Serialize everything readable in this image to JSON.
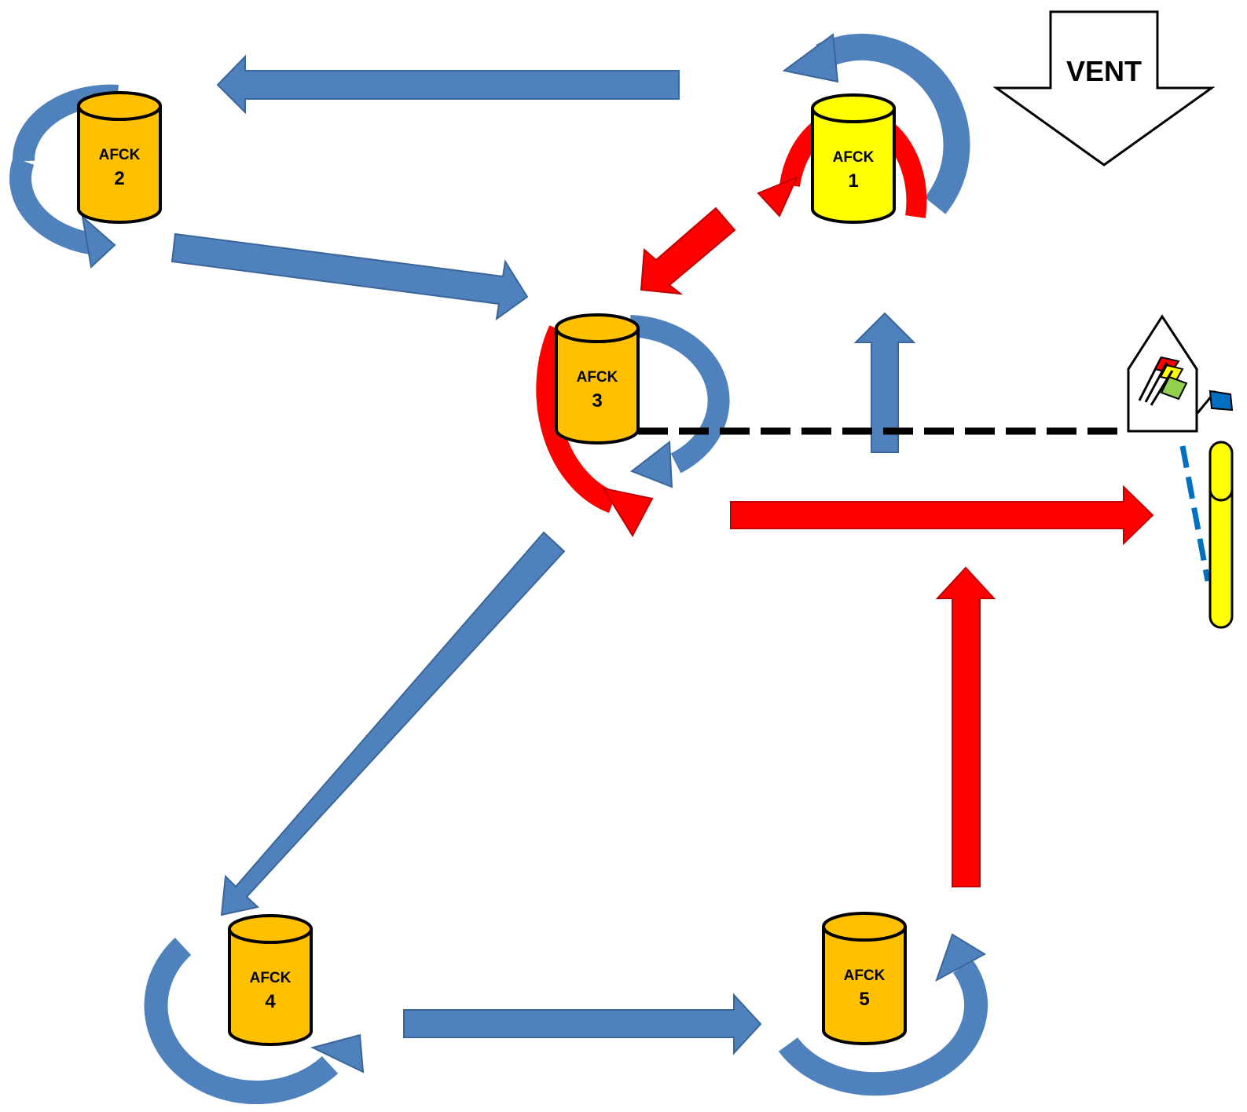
{
  "vent_label": "VENT",
  "marks": [
    {
      "id": "1",
      "label": "AFCK",
      "number": "1",
      "fill": "#FFFF00"
    },
    {
      "id": "2",
      "label": "AFCK",
      "number": "2",
      "fill": "#FFC000"
    },
    {
      "id": "3",
      "label": "AFCK",
      "number": "3",
      "fill": "#FFC000"
    },
    {
      "id": "4",
      "label": "AFCK",
      "number": "4",
      "fill": "#FFC000"
    },
    {
      "id": "5",
      "label": "AFCK",
      "number": "5",
      "fill": "#FFC000"
    }
  ],
  "colors": {
    "course_blue": "#4F81BD",
    "course_blue_edge": "#3A6699",
    "course_red": "#FF0000",
    "line_black": "#000000",
    "line_blue": "#0070C0",
    "mark_outline": "#000000",
    "end_buoy": "#FFFF00",
    "flag_red": "#FF0000",
    "flag_yellow": "#FFFF00",
    "flag_green": "#92D050",
    "flag_blue": "#0070C0"
  },
  "icons": [
    "committee-boat-icon",
    "blue-flag-icon",
    "pin-end-buoy-icon",
    "wind-arrow-icon"
  ]
}
